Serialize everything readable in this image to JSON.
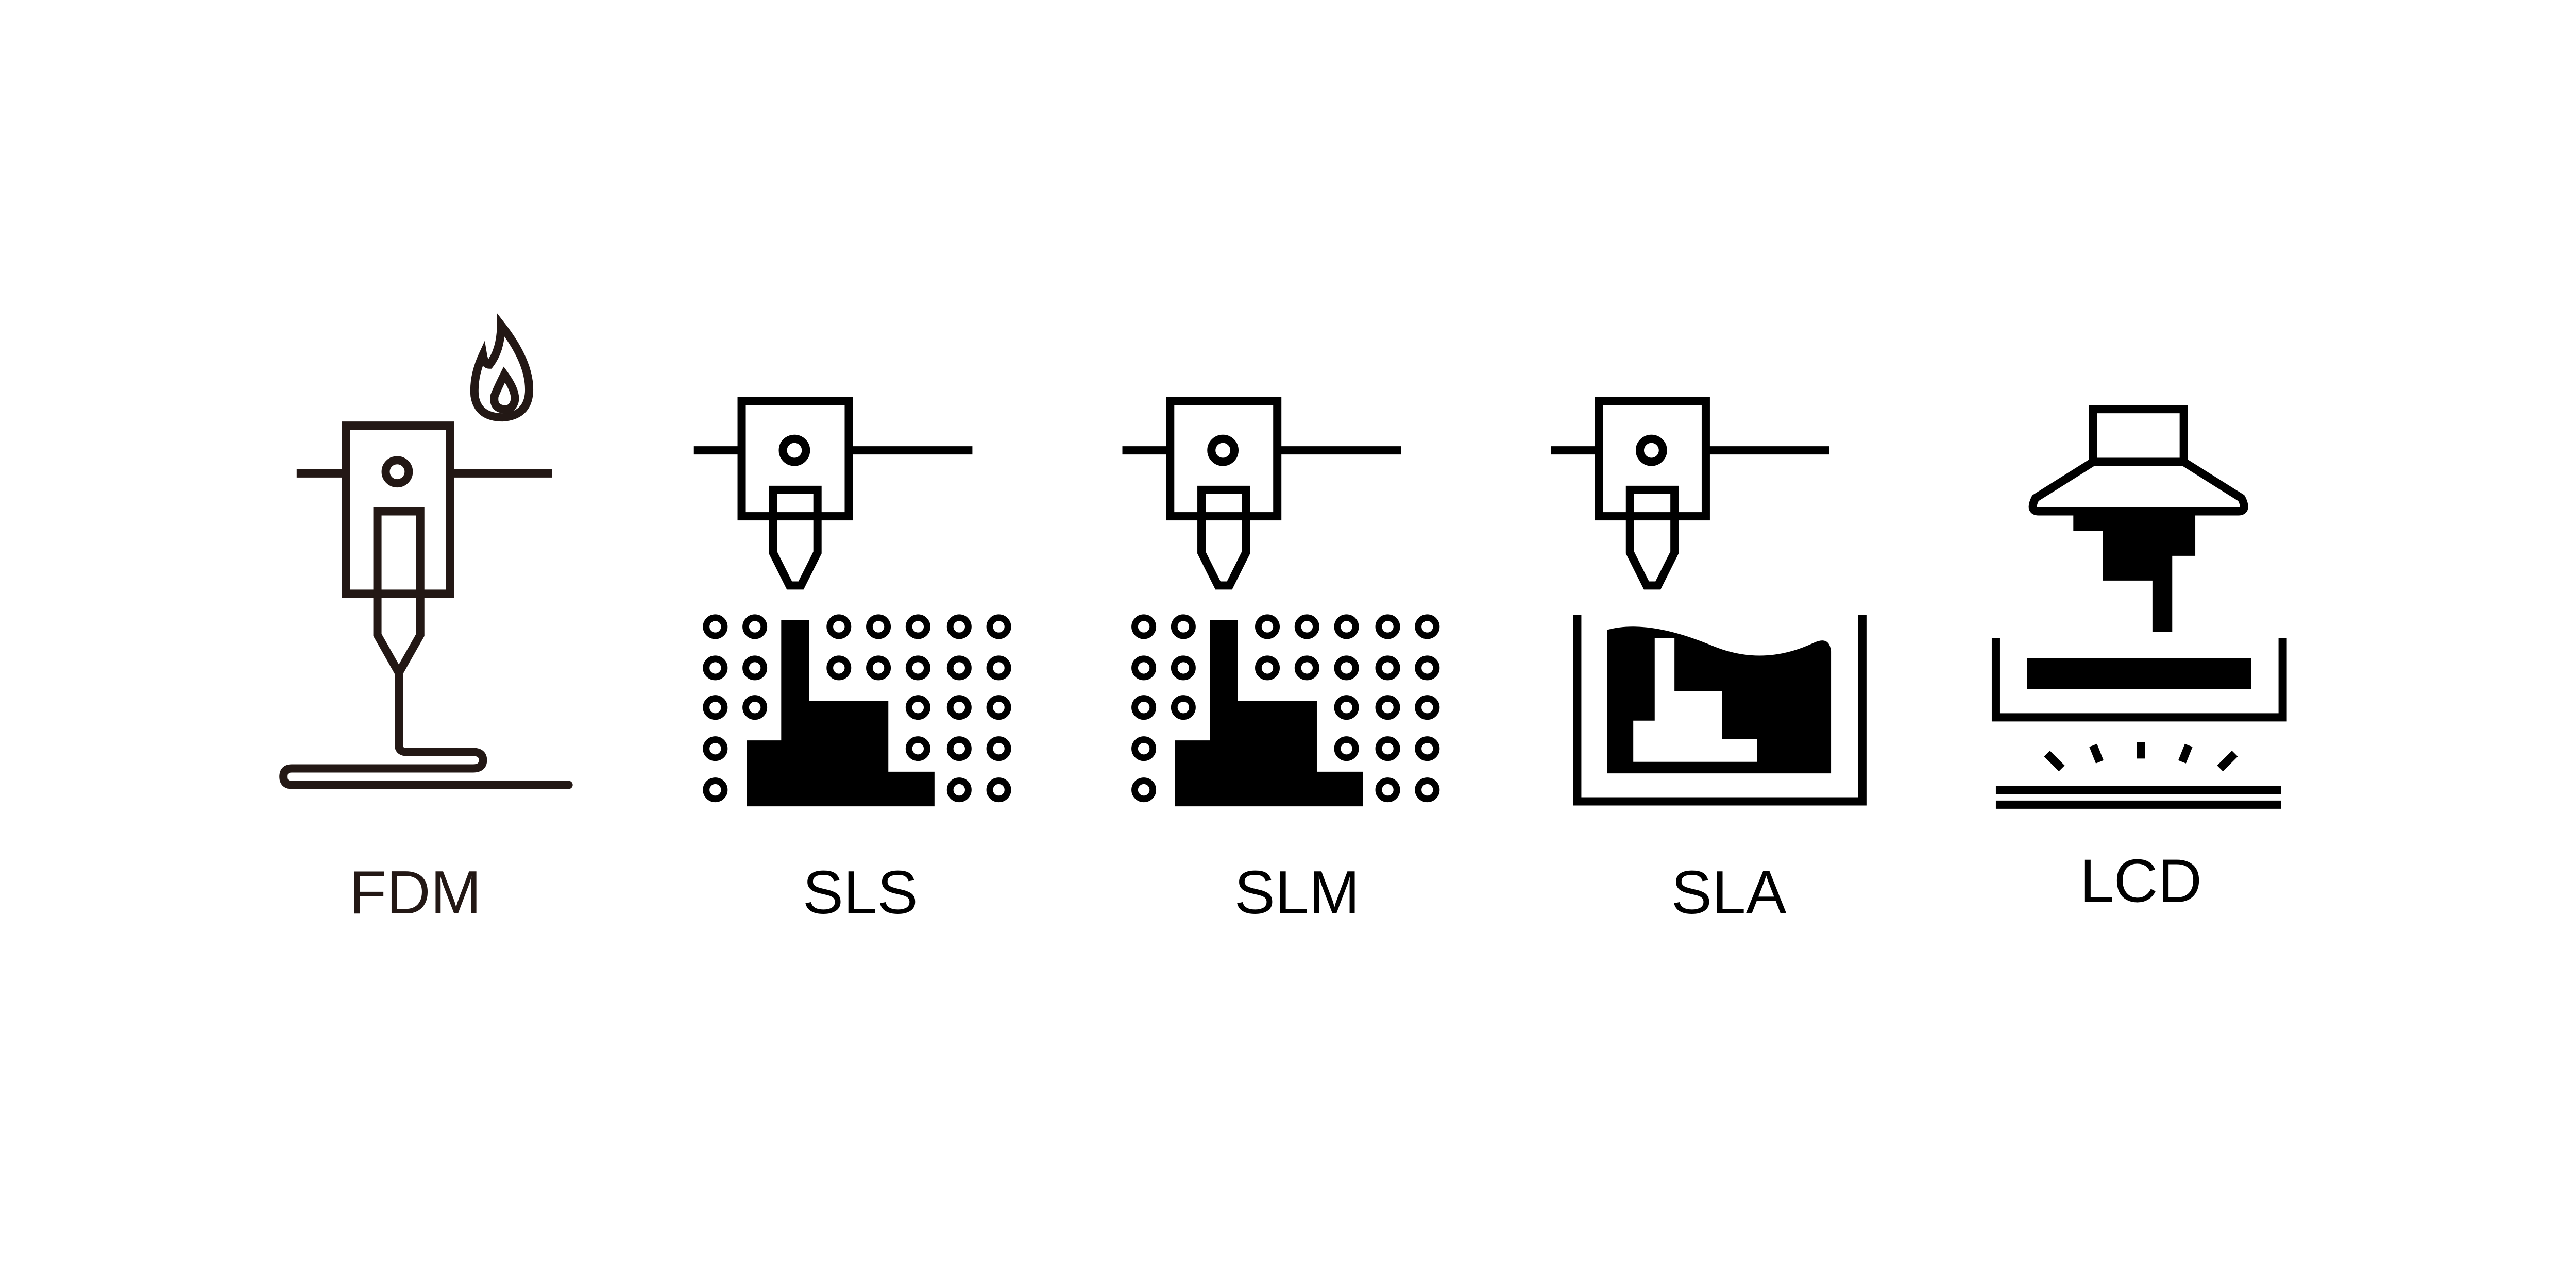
{
  "colors": {
    "fdm": "#231815",
    "ink": "#000000",
    "background": "#ffffff"
  },
  "methods": [
    {
      "label": "FDM",
      "icon": "fdm-extruder-flame-icon"
    },
    {
      "label": "SLS",
      "icon": "sls-laser-powder-icon"
    },
    {
      "label": "SLM",
      "icon": "slm-laser-metal-powder-icon"
    },
    {
      "label": "SLA",
      "icon": "sla-resin-vat-icon"
    },
    {
      "label": "LCD",
      "icon": "lcd-resin-screen-icon"
    }
  ]
}
